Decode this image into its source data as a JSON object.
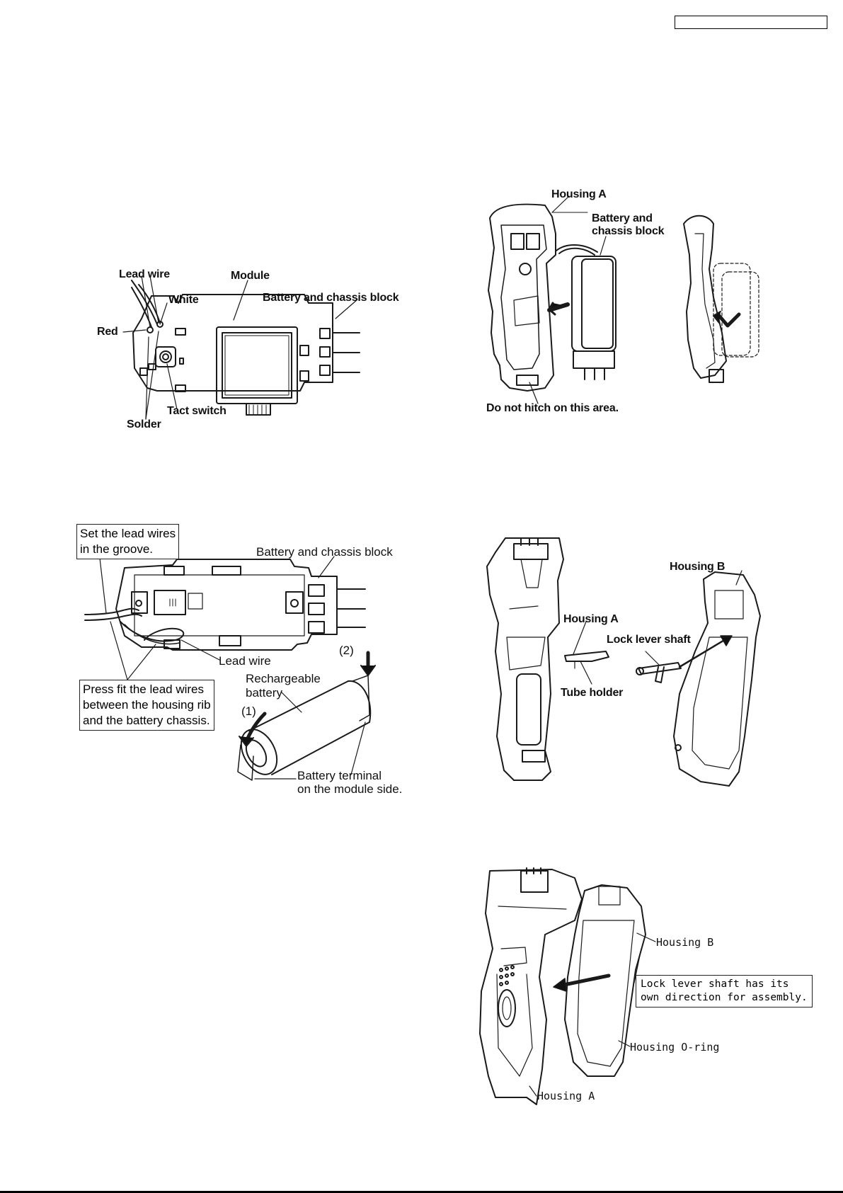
{
  "figure1": {
    "lead_wire": "Lead wire",
    "module": "Module",
    "white": "White",
    "battery_chassis_block": "Battery and chassis block",
    "red": "Red",
    "tact_switch": "Tact switch",
    "solder": "Solder"
  },
  "figure2": {
    "housing_a": "Housing A",
    "battery_chassis_line1": "Battery and",
    "battery_chassis_line2": "chassis block",
    "do_not_hitch": "Do not hitch on this area."
  },
  "figure3": {
    "set_lead_wires_line1": "Set the lead wires",
    "set_lead_wires_line2": "in the groove.",
    "battery_chassis_block": "Battery and chassis block",
    "lead_wire": "Lead wire",
    "step2": "(2)",
    "rechargeable_line1": "Rechargeable",
    "rechargeable_line2": "battery",
    "step1": "(1)",
    "press_fit_line1": "Press fit the lead wires",
    "press_fit_line2": "between the housing rib",
    "press_fit_line3": "and the battery chassis.",
    "battery_terminal_line1": "Battery terminal",
    "battery_terminal_line2": "on the module side."
  },
  "figure4": {
    "housing_b": "Housing B",
    "housing_a": "Housing A",
    "lock_lever_shaft": "Lock lever shaft",
    "tube_holder": "Tube holder"
  },
  "figure5": {
    "housing_b": "Housing B",
    "lock_note_line1": "Lock lever shaft has its",
    "lock_note_line2": "own direction for assembly.",
    "housing_o_ring": "Housing O-ring",
    "housing_a": "Housing A"
  }
}
